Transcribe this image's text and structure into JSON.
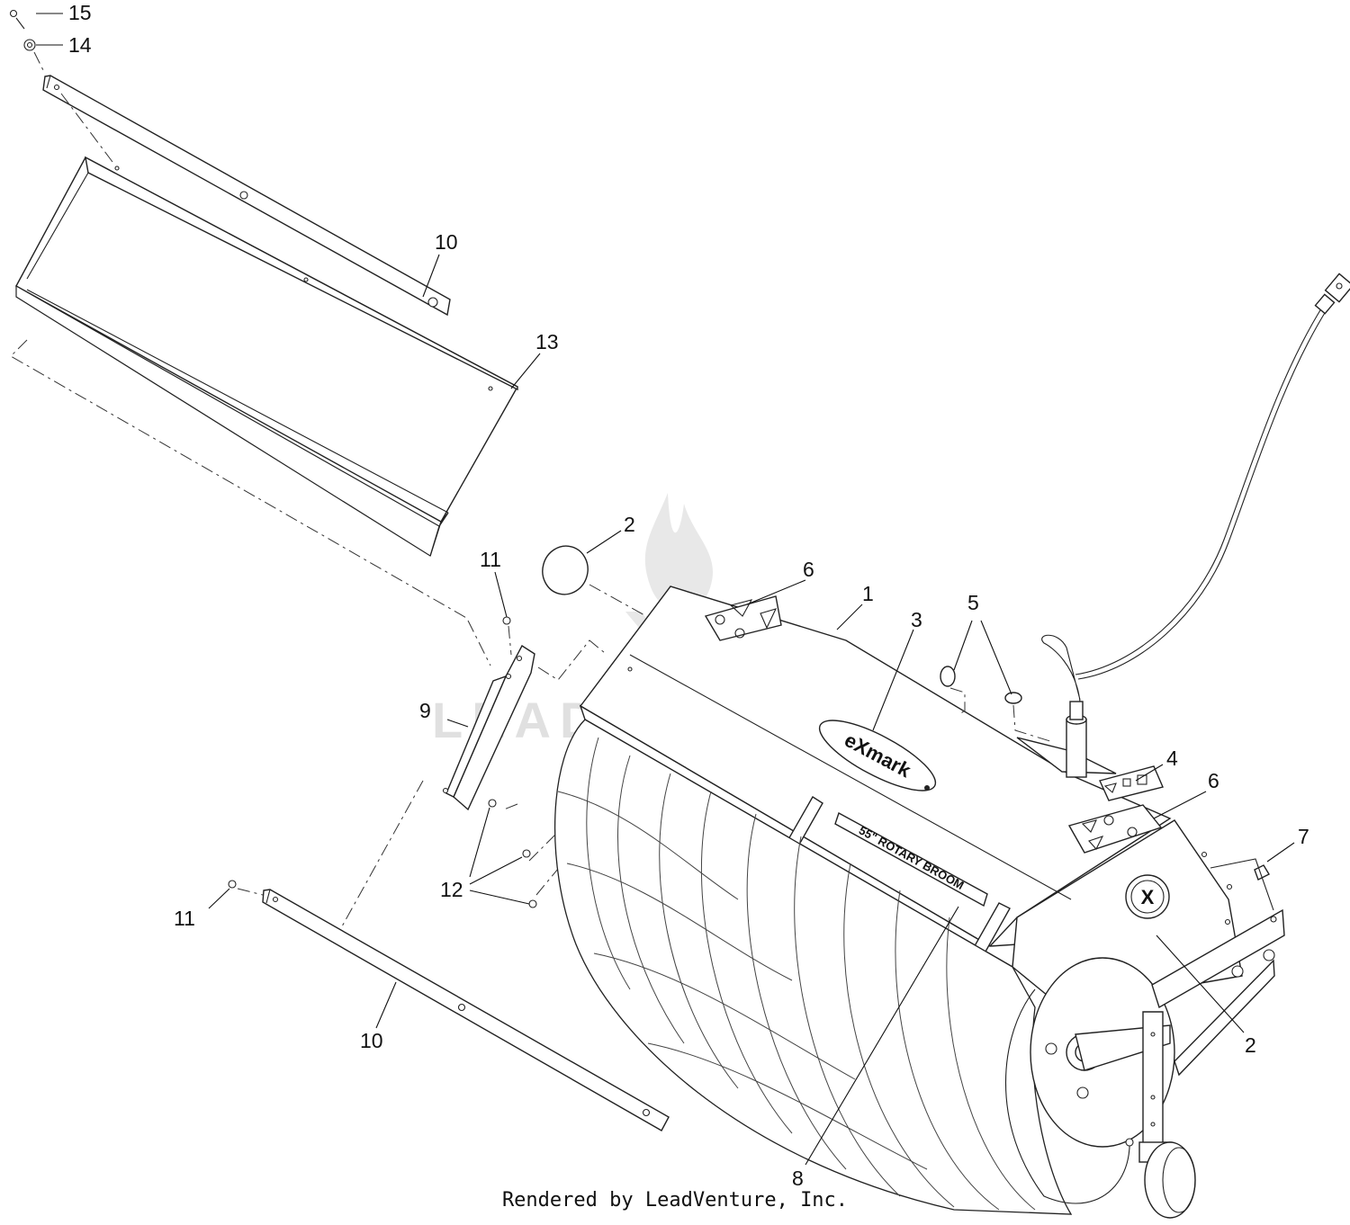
{
  "callouts": [
    {
      "id": "c15",
      "label": "15"
    },
    {
      "id": "c14",
      "label": "14"
    },
    {
      "id": "c10a",
      "label": "10"
    },
    {
      "id": "c13",
      "label": "13"
    },
    {
      "id": "c2a",
      "label": "2"
    },
    {
      "id": "c11a",
      "label": "11"
    },
    {
      "id": "c6a",
      "label": "6"
    },
    {
      "id": "c1",
      "label": "1"
    },
    {
      "id": "c3",
      "label": "3"
    },
    {
      "id": "c5",
      "label": "5"
    },
    {
      "id": "c9",
      "label": "9"
    },
    {
      "id": "c4",
      "label": "4"
    },
    {
      "id": "c6b",
      "label": "6"
    },
    {
      "id": "c7",
      "label": "7"
    },
    {
      "id": "c12",
      "label": "12"
    },
    {
      "id": "c11b",
      "label": "11"
    },
    {
      "id": "c2b",
      "label": "2"
    },
    {
      "id": "c10b",
      "label": "10"
    },
    {
      "id": "c8",
      "label": "8"
    }
  ],
  "brand_logo_text": "eXmark",
  "side_logo_letter": "X",
  "model_decal_text": "55\" ROTARY BROOM",
  "watermark": "LEADVENTURE",
  "footer": "Rendered by LeadVenture, Inc."
}
